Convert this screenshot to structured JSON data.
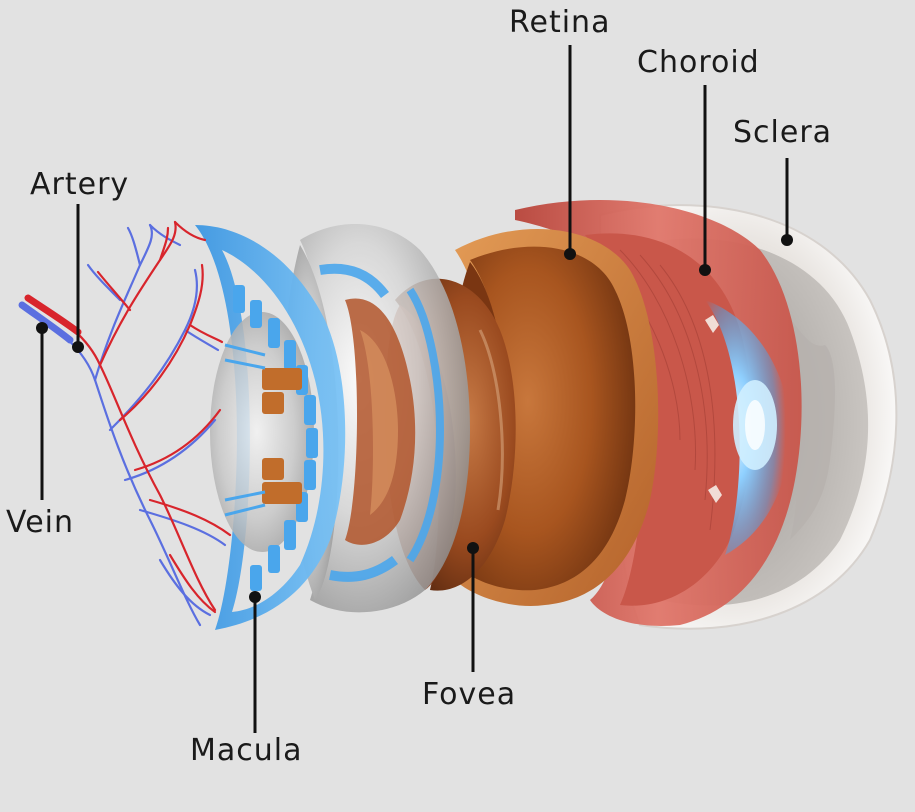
{
  "labels": {
    "retina": "Retina",
    "choroid": "Choroid",
    "sclera": "Sclera",
    "artery": "Artery",
    "vein": "Vein",
    "macula": "Macula",
    "fovea": "Fovea"
  },
  "colors": {
    "background": "#e2e2e2",
    "label_text": "#1a1a1a",
    "leader_line": "#111111",
    "artery": "#d8252c",
    "vein": "#5b6fe0",
    "macula_blue": "#4aa6ec",
    "fovea_brown": "#a8551f",
    "retina_orange": "#c9773b",
    "choroid_red": "#d9614f",
    "sclera_white": "#f2efec"
  }
}
